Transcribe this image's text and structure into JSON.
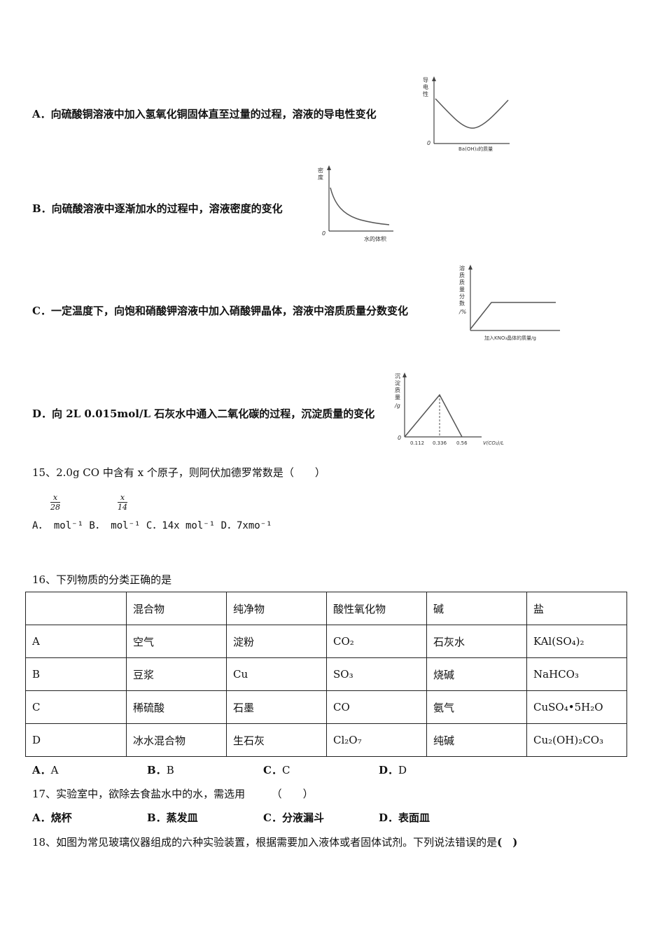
{
  "q14": {
    "options": [
      {
        "text": "A．向硫酸铜溶液中加入氢氧化铜固体直至过量的过程，溶液的导电性变化",
        "graph": {
          "ylabel": [
            "导",
            "电",
            "性"
          ],
          "xlabel": "Ba(OH)₂的质量",
          "origin": "0"
        }
      },
      {
        "text": "B．向硫酸溶液中逐渐加水的过程中，溶液密度的变化",
        "graph": {
          "ylabel": [
            "密",
            "度"
          ],
          "xlabel": "水的体积",
          "origin": "0"
        }
      },
      {
        "text": "C．一定温度下，向饱和硝酸钾溶液中加入硝酸钾晶体，溶液中溶质质量分数变化",
        "graph": {
          "ylabel": [
            "溶",
            "质",
            "质",
            "量",
            "分",
            "数",
            "/%"
          ],
          "xlabel": "加入KNO₃晶体的质量/g",
          "origin": ""
        }
      },
      {
        "text": "D．向 2L 0.015mol/L 石灰水中通入二氧化碳的过程，沉淀质量的变化",
        "graph": {
          "ylabel": [
            "沉",
            "淀",
            "质",
            "量",
            "/g"
          ],
          "xlabel": "V(CO₂)/L",
          "origin": "0",
          "ticks": [
            "0.112",
            "0.336",
            "0.56"
          ]
        }
      }
    ]
  },
  "q15": {
    "stem": "15、2.0g CO 中含有 x 个原子，则阿伏加德罗常数是（　　）",
    "fracA": {
      "num": "x",
      "den": "28"
    },
    "fracB": {
      "num": "x",
      "den": "14"
    },
    "choices": "A．  mol⁻¹  B．  mol⁻¹  C．14x mol⁻¹  D．7xmo⁻¹"
  },
  "q16": {
    "stem": "16、下列物质的分类正确的是",
    "headers": [
      "",
      "混合物",
      "纯净物",
      "酸性氧化物",
      "碱",
      "盐"
    ],
    "rows": [
      [
        "A",
        "空气",
        "淀粉",
        "CO₂",
        "石灰水",
        "KAl(SO₄)₂"
      ],
      [
        "B",
        "豆浆",
        "Cu",
        "SO₃",
        "烧碱",
        "NaHCO₃"
      ],
      [
        "C",
        "稀硫酸",
        "石墨",
        "CO",
        "氨气",
        "CuSO₄•5H₂O"
      ],
      [
        "D",
        "冰水混合物",
        "生石灰",
        "Cl₂O₇",
        "纯碱",
        "Cu₂(OH)₂CO₃"
      ]
    ],
    "answers": [
      {
        "label": "A．",
        "value": "A"
      },
      {
        "label": "B．",
        "value": "B"
      },
      {
        "label": "C．",
        "value": "C"
      },
      {
        "label": "D．",
        "value": "D"
      }
    ]
  },
  "q17": {
    "stem": "17、实验室中，欲除去食盐水中的水，需选用　　　（　　）",
    "answers": [
      "A．烧杯",
      "B．蒸发皿",
      "C．分液漏斗",
      "D．表面皿"
    ]
  },
  "q18": {
    "stem_plain": "18、如图为常见玻璃仪器组成的六种实验装置，根据需要加入液体或者固体试剂。下列说法错误的是",
    "stem_bold": "(　)"
  }
}
